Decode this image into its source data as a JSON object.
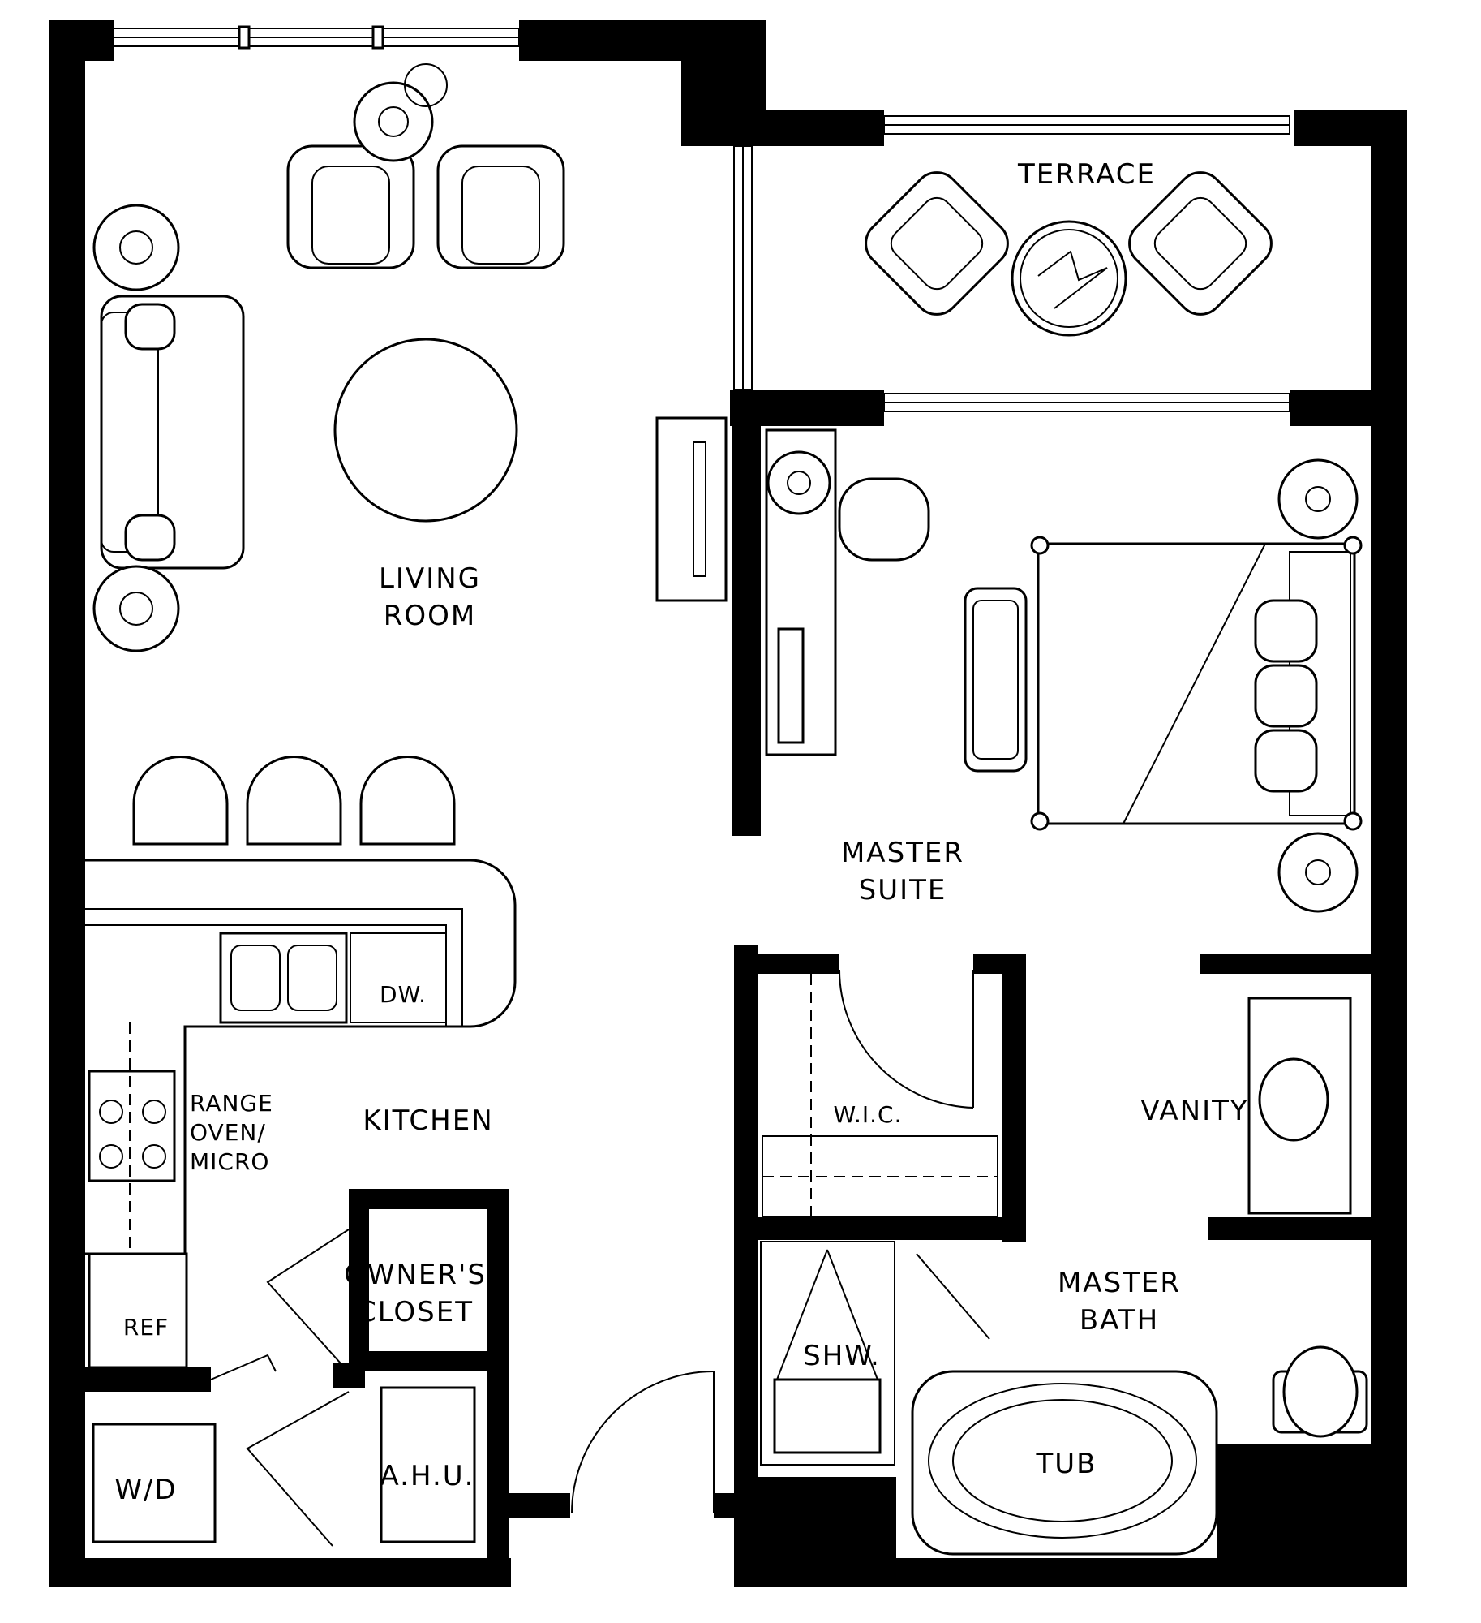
{
  "rooms": {
    "living": [
      "LIVING",
      "ROOM"
    ],
    "terrace": "TERRACE",
    "master_suite": [
      "MASTER",
      "SUITE"
    ],
    "kitchen": "KITCHEN",
    "range": [
      "RANGE",
      "OVEN/",
      "MICRO"
    ],
    "dishwasher": "DW.",
    "wic": "W.I.C.",
    "vanity": "VANITY",
    "owners_closet": [
      "OWNER'S",
      "CLOSET"
    ],
    "ref": "REF",
    "master_bath": [
      "MASTER",
      "BATH"
    ],
    "shower": "SHW.",
    "tub": "TUB",
    "washer_dryer": "W/D",
    "ahu": "A.H.U."
  },
  "colors": {
    "wall": "#000000",
    "background": "#ffffff"
  }
}
